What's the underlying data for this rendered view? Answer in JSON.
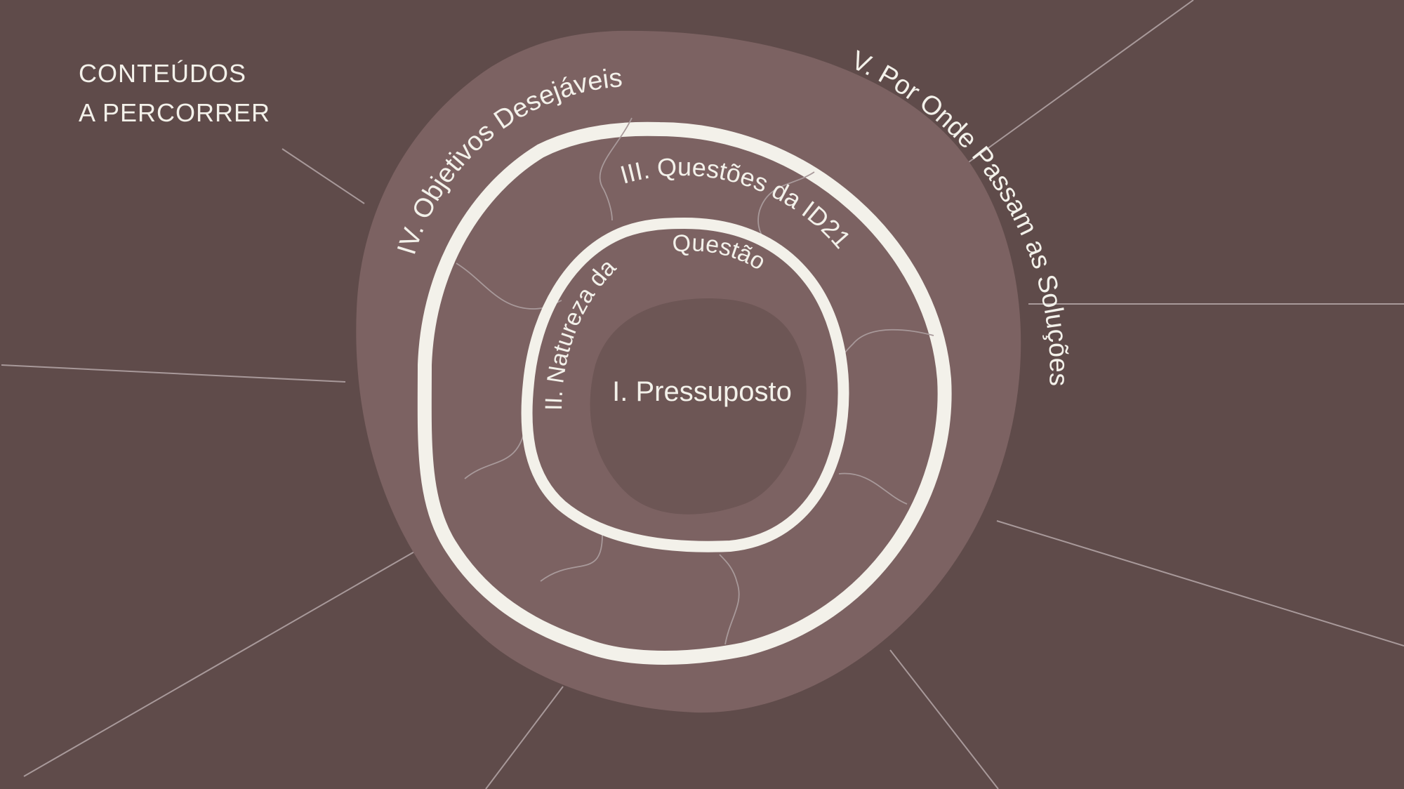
{
  "title": {
    "line1": "CONTEÚDOS",
    "line2": "A PERCORRER"
  },
  "topics": {
    "i": "I. Pressuposto",
    "ii_a": "II. Natureza da",
    "ii_b": "Questão",
    "iii": "III. Questões da ID21",
    "iv": "IV. Objetivos Desejáveis",
    "v": "V. Por Onde Passam as Soluções"
  },
  "colors": {
    "background": "#5f4b4a",
    "outer_blob": "#7c6262",
    "center_blob": "#6d5655",
    "ring": "#f3f1ea",
    "ray": "#a8999a"
  }
}
